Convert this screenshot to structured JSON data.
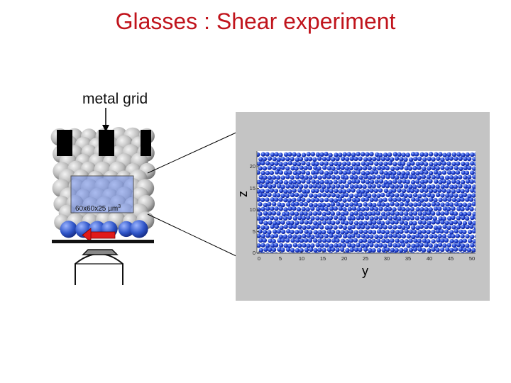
{
  "slide": {
    "title": "Glasses : Shear experiment"
  },
  "apparatus": {
    "grid_label": "metal grid",
    "volume_label": "60x60x25 µm",
    "volume_exponent": "3",
    "colors": {
      "bead_gray": "#b8b8b8",
      "bead_blue": "#2f55c8",
      "arrow": "#e01a1a",
      "bars": "#000000"
    }
  },
  "plot": {
    "xlabel": "y",
    "ylabel": "z",
    "x_ticks": [
      "0",
      "5",
      "10",
      "15",
      "20",
      "25",
      "30",
      "35",
      "40",
      "45",
      "50"
    ],
    "z_ticks": [
      "0",
      "5",
      "10",
      "15",
      "20"
    ],
    "colors": {
      "panel": "#c4c4c4",
      "particles": "#1f3fd0"
    }
  }
}
